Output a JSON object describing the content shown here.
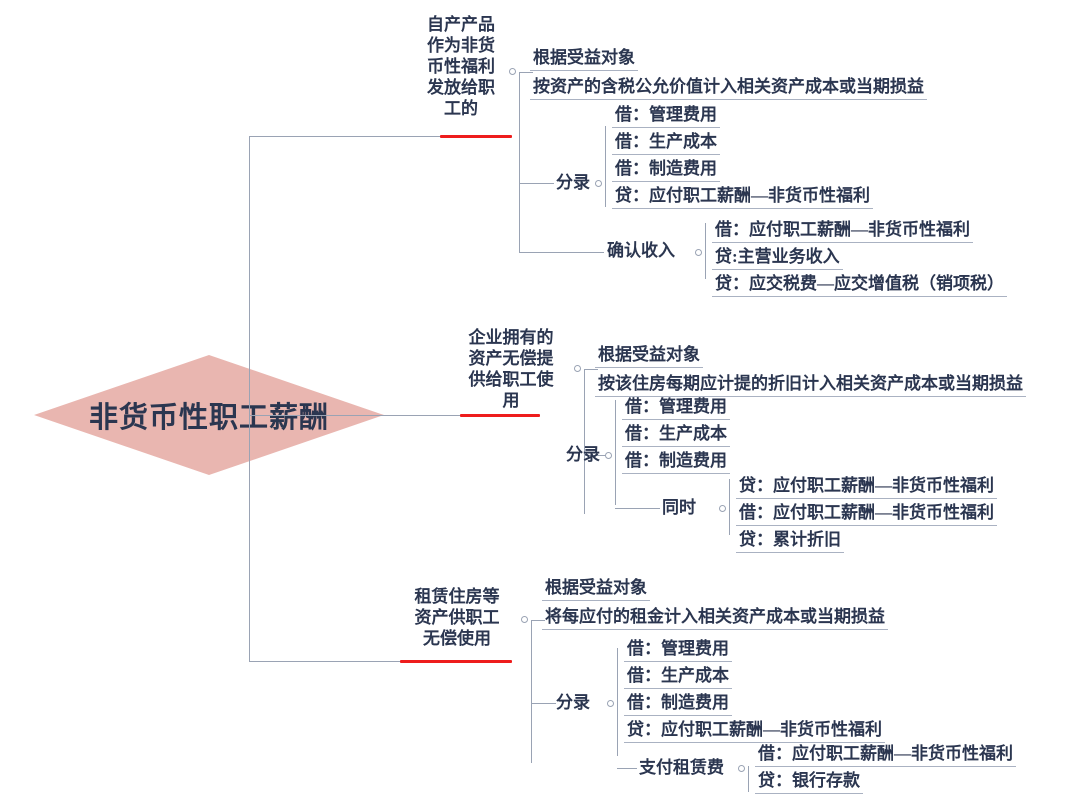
{
  "diagram": {
    "type": "mindmap",
    "root": {
      "label": "非货币性职工薪酬",
      "shape": "diamond",
      "fill": "#e9b6b0"
    },
    "accent_underline_color": "#ee1c1c",
    "connector_color": "#9aa3b4",
    "text_color": "#2b3650",
    "branches": [
      {
        "title": "自产产品\n作为非货\n币性福利\n发放给职\n工的",
        "criterion_label": "根据受益对象",
        "criterion_detail": "按资产的含税公允价值计入相关资产成本或当期损益",
        "groups": [
          {
            "label": "分录",
            "entries": [
              "借：管理费用",
              "借：生产成本",
              "借：制造费用",
              "贷：应付职工薪酬—非货币性福利"
            ]
          },
          {
            "label": "确认收入",
            "entries": [
              "借：应付职工薪酬—非货币性福利",
              "贷:主营业务收入",
              "贷：应交税费—应交增值税（销项税）"
            ]
          }
        ]
      },
      {
        "title": "企业拥有的\n资产无偿提\n供给职工使\n用",
        "criterion_label": "根据受益对象",
        "criterion_detail": "按该住房每期应计提的折旧计入相关资产成本或当期损益",
        "groups": [
          {
            "label": "分录",
            "entries": [
              "借：管理费用",
              "借：生产成本",
              "借：制造费用"
            ]
          },
          {
            "label": "同时",
            "entries": [
              "贷：应付职工薪酬—非货币性福利",
              "借：应付职工薪酬—非货币性福利",
              "贷：累计折旧"
            ]
          }
        ]
      },
      {
        "title": "租赁住房等\n资产供职工\n无偿使用",
        "criterion_label": "根据受益对象",
        "criterion_detail": "将每应付的租金计入相关资产成本或当期损益",
        "groups": [
          {
            "label": "分录",
            "entries": [
              "借：管理费用",
              "借：生产成本",
              "借：制造费用",
              "贷：应付职工薪酬—非货币性福利"
            ]
          },
          {
            "label": "支付租赁费",
            "entries": [
              "借：应付职工薪酬—非货币性福利",
              "贷：银行存款"
            ]
          }
        ]
      }
    ]
  }
}
